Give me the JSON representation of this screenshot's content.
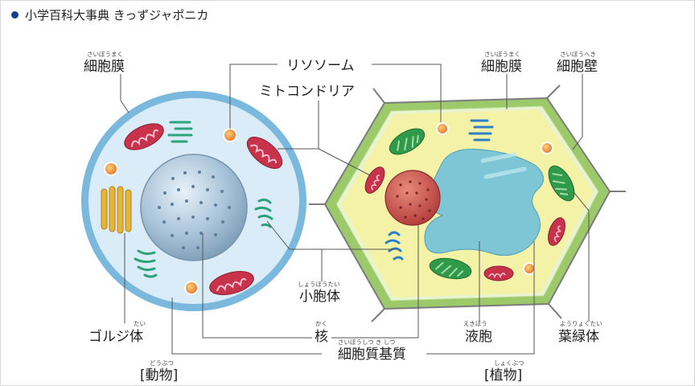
{
  "header": {
    "title": "小学百科大事典 きっずジャポニカ",
    "bullet_color": "#1a3c8c"
  },
  "labels": {
    "animal_membrane": {
      "text": "細胞膜",
      "ruby": "さいぼうまく"
    },
    "lysosome": {
      "text": "リソソーム"
    },
    "mitochondria": {
      "text": "ミトコンドリア"
    },
    "plant_membrane": {
      "text": "細胞膜",
      "ruby": "さいぼうまく"
    },
    "cell_wall": {
      "text": "細胞壁",
      "ruby": "さいぼうへき"
    },
    "vesicle": {
      "text": "小胞体",
      "ruby": "しょうほうたい"
    },
    "golgi": {
      "text": "ゴルジ体",
      "ruby": "たい"
    },
    "nucleus": {
      "text": "核",
      "ruby": "かく"
    },
    "vacuole": {
      "text": "液胞",
      "ruby": "えきほう"
    },
    "chloroplast": {
      "text": "葉緑体",
      "ruby": "ようりょくたい"
    },
    "cytoplasm": {
      "text": "細胞質基質",
      "ruby": "さいぼうしつ き しつ"
    },
    "animal": {
      "text": "[動物]",
      "ruby": "どうぶつ"
    },
    "plant": {
      "text": "[植物]",
      "ruby": "しょくぶつ"
    }
  },
  "colors": {
    "animal_cytoplasm": "#d9ecf7",
    "animal_membrane": "#7bb8de",
    "nucleus": "#9ab8d0",
    "plant_wall": "#9cc96a",
    "plant_cytoplasm": "#f4f2a6",
    "vacuole": "#7ec6d6",
    "chloroplast": "#2f9a4a",
    "mitochondria": "#c8324a",
    "plant_nucleus": "#c84a4a"
  }
}
